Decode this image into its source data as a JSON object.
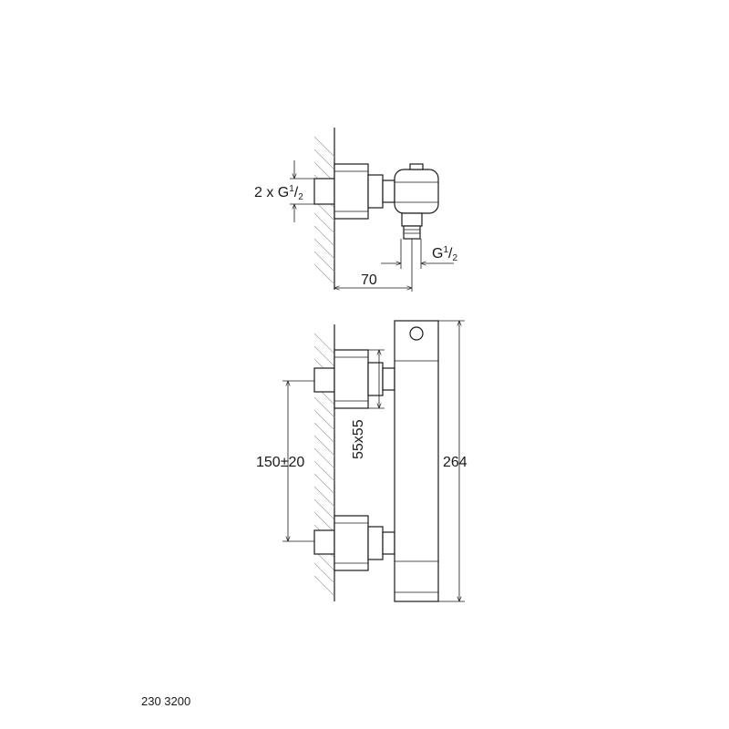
{
  "dimensions": {
    "inlet_thread_prefix": "2 x G",
    "inlet_thread_num": "1",
    "inlet_thread_slash": "/",
    "inlet_thread_den": "2",
    "outlet_thread_prefix": "G",
    "outlet_thread_num": "1",
    "outlet_thread_slash": "/",
    "outlet_thread_den": "2",
    "projection": "70",
    "center_distance": "150±20",
    "escutcheon_size": "55x55",
    "body_height": "264"
  },
  "article_number": "230 3200"
}
